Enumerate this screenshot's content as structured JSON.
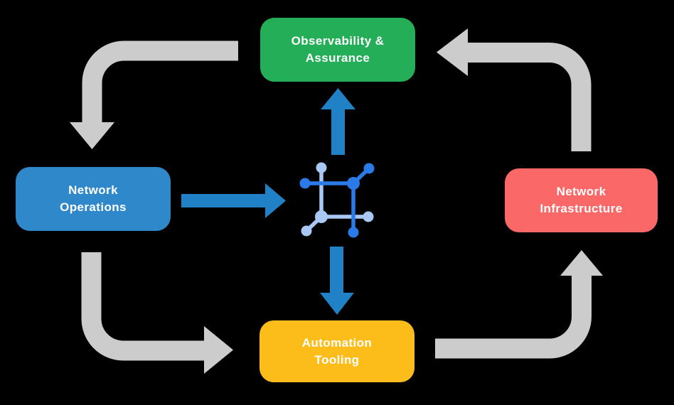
{
  "canvas": {
    "background": "#000000"
  },
  "nodes": {
    "observability": {
      "label": "Observability & Assurance",
      "line1": "Observability &",
      "line2": "Assurance",
      "color": "#24ae57",
      "text_color": "#ffffff"
    },
    "operations": {
      "label": "Network Operations",
      "line1": "Network",
      "line2": "Operations",
      "color": "#2e88c9",
      "text_color": "#ffffff"
    },
    "infrastructure": {
      "label": "Network Infrastructure",
      "line1": "Network",
      "line2": "Infrastructure",
      "color": "#fa6867",
      "text_color": "#ffffff"
    },
    "automation": {
      "label": "Automation Tooling",
      "line1": "Automation",
      "line2": "Tooling",
      "color": "#fcbd1b",
      "text_color": "#ffffff"
    }
  },
  "center_icon": {
    "name": "network-node-icon",
    "dark_color": "#2a7be8",
    "light_color": "#a9c9f4"
  },
  "arrows": {
    "gray_color": "#cccccc",
    "blue_color": "#2181c6"
  }
}
